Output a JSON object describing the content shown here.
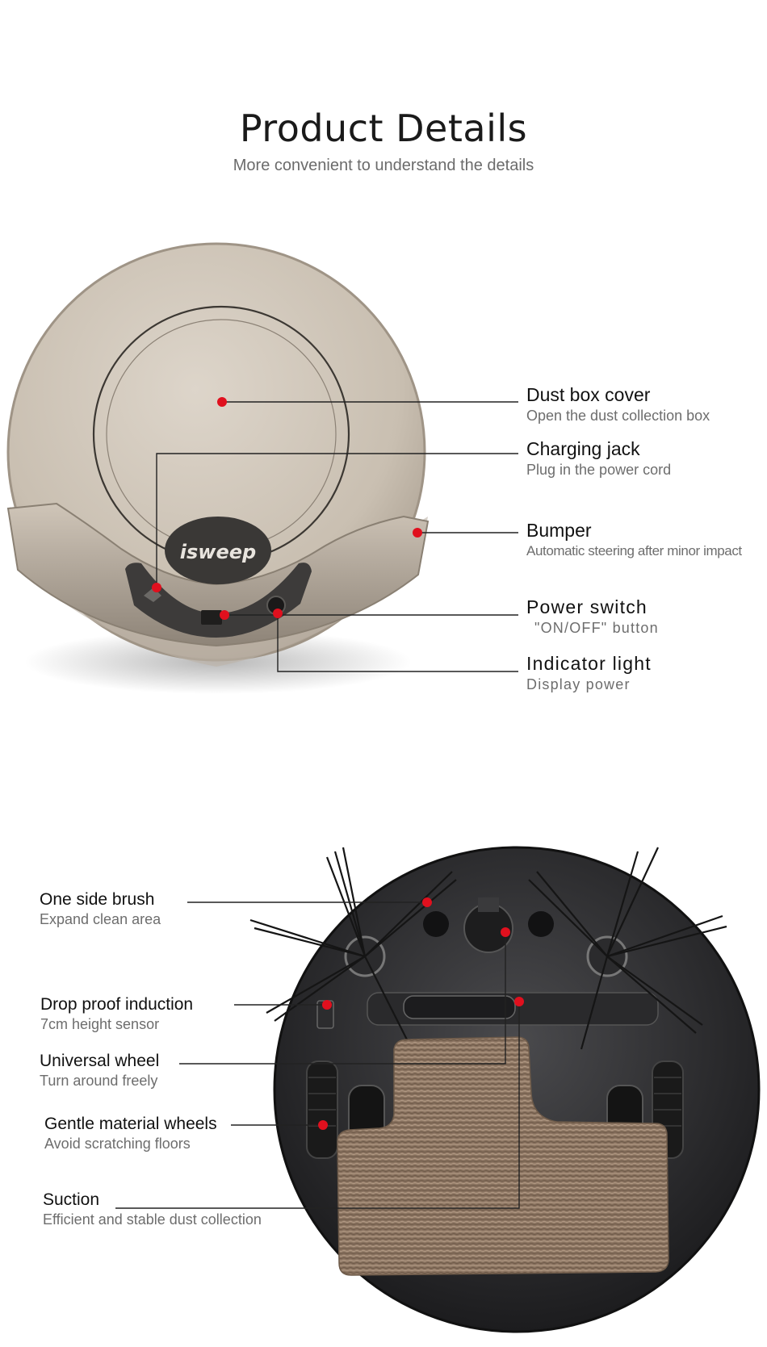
{
  "header": {
    "title": "Product Details",
    "subtitle": "More convenient to understand the details"
  },
  "top_view": {
    "brand_logo": "isweep",
    "callouts": [
      {
        "title": "Dust box cover",
        "subtitle": "Open the dust collection box"
      },
      {
        "title": "Charging jack",
        "subtitle": "Plug in the power cord"
      },
      {
        "title": "Bumper",
        "subtitle": "Automatic steering after minor impact"
      },
      {
        "title": "Power switch",
        "subtitle": "\"ON/OFF\"  button"
      },
      {
        "title": "Indicator light",
        "subtitle": "Display power"
      }
    ]
  },
  "bottom_view": {
    "callouts": [
      {
        "title": "One side brush",
        "subtitle": "Expand clean area"
      },
      {
        "title": "Drop proof induction",
        "subtitle": "7cm height sensor"
      },
      {
        "title": "Universal wheel",
        "subtitle": "Turn around freely"
      },
      {
        "title": "Gentle material wheels",
        "subtitle": "Avoid scratching floors"
      },
      {
        "title": "Suction",
        "subtitle": "Efficient and stable dust collection"
      }
    ]
  },
  "colors": {
    "marker": "#e0101e",
    "leader_line": "#222222",
    "robot_body": "#cdc3b6",
    "robot_underside": "#2e2e30",
    "mop_pad": "#8a7260"
  }
}
